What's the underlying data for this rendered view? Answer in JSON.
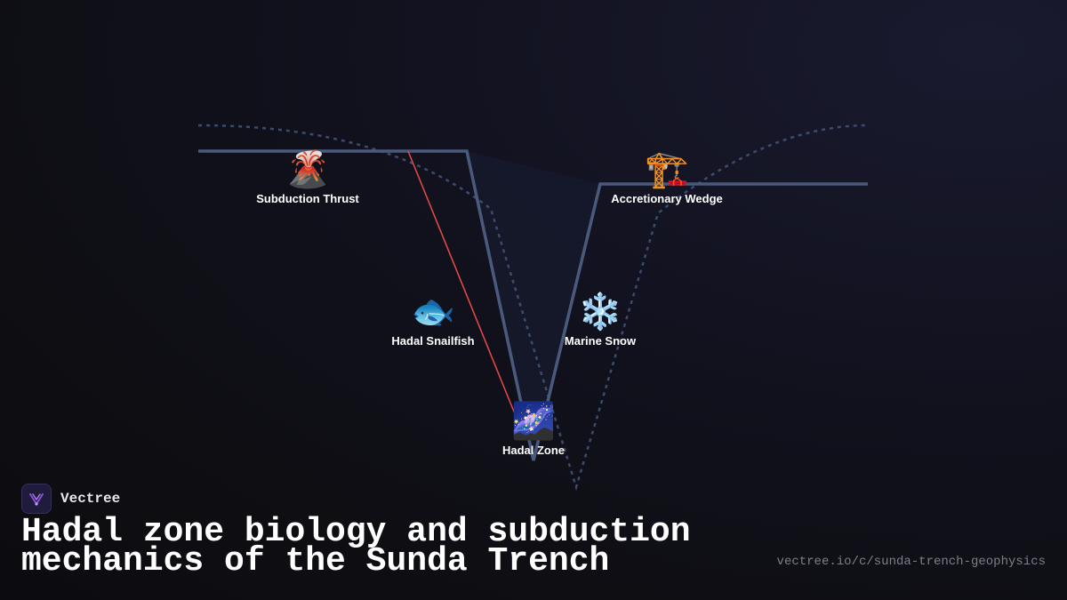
{
  "diagram": {
    "nodes": [
      {
        "id": "subduction-thrust",
        "emoji": "🌋",
        "label": "Subduction Thrust"
      },
      {
        "id": "accretionary-wedge",
        "emoji": "🏗️",
        "label": "Accretionary Wedge"
      },
      {
        "id": "hadal-snailfish",
        "emoji": "🐟",
        "label": "Hadal Snailfish"
      },
      {
        "id": "marine-snow",
        "emoji": "❄️",
        "label": "Marine Snow"
      },
      {
        "id": "hadal-zone",
        "emoji": "🌌",
        "label": "Hadal Zone"
      }
    ],
    "colors": {
      "trench_outline": "#4a5a7c",
      "trench_dashed": "#3a4b6e",
      "trench_fill": "#161a2c",
      "fault_line": "#e04848"
    }
  },
  "brand": {
    "name": "Vectree",
    "logo_icon": "vectree-logo-icon",
    "logo_color": "#8a4fd8"
  },
  "title": "Hadal zone biology and subduction mechanics of the Sunda Trench",
  "url": "vectree.io/c/sunda-trench-geophysics"
}
